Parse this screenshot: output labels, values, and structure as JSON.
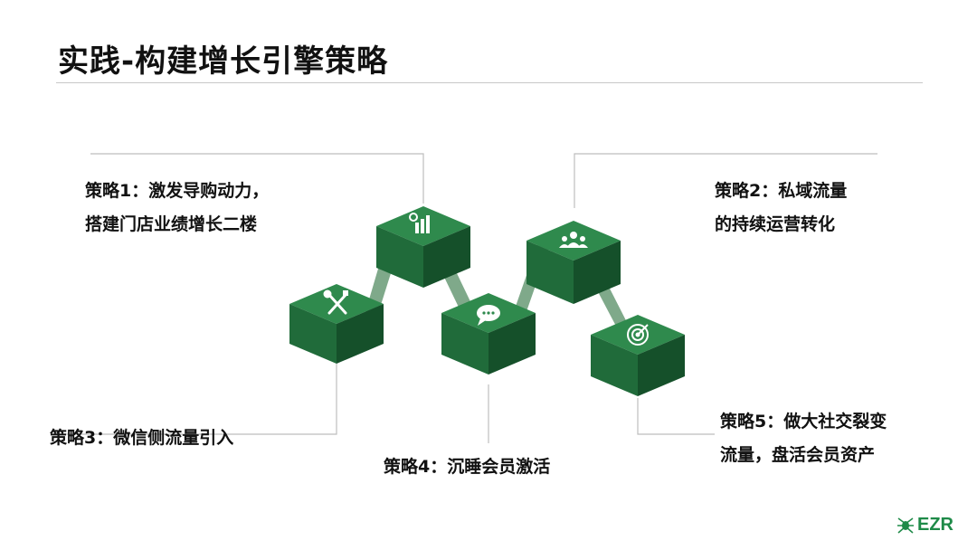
{
  "slide": {
    "title": "实践-构建增长引擎策略"
  },
  "strategies": [
    {
      "id": 1,
      "lines": [
        "策略1：激发导购动力，",
        "搭建门店业绩增长二楼"
      ],
      "icon": "chart-gear-icon"
    },
    {
      "id": 2,
      "lines": [
        "策略2：私域流量",
        "的持续运营转化"
      ],
      "icon": "group-icon"
    },
    {
      "id": 3,
      "lines": [
        "策略3：微信侧流量引入"
      ],
      "icon": "tools-icon"
    },
    {
      "id": 4,
      "lines": [
        "策略4：沉睡会员激活"
      ],
      "icon": "chat-bubble-icon"
    },
    {
      "id": 5,
      "lines": [
        "策略5：做大社交裂变",
        "流量，盘活会员资产"
      ],
      "icon": "target-icon"
    }
  ],
  "colors": {
    "block_front": "#206b3a",
    "block_top": "#2f8a4d",
    "block_side": "#15502a",
    "connector": "#7fa98a",
    "rule": "#c8c8c8",
    "leader": "#bdbdbd",
    "brand": "#1e8a48"
  },
  "logo": {
    "text": "EZR",
    "icon": "spider-icon"
  }
}
